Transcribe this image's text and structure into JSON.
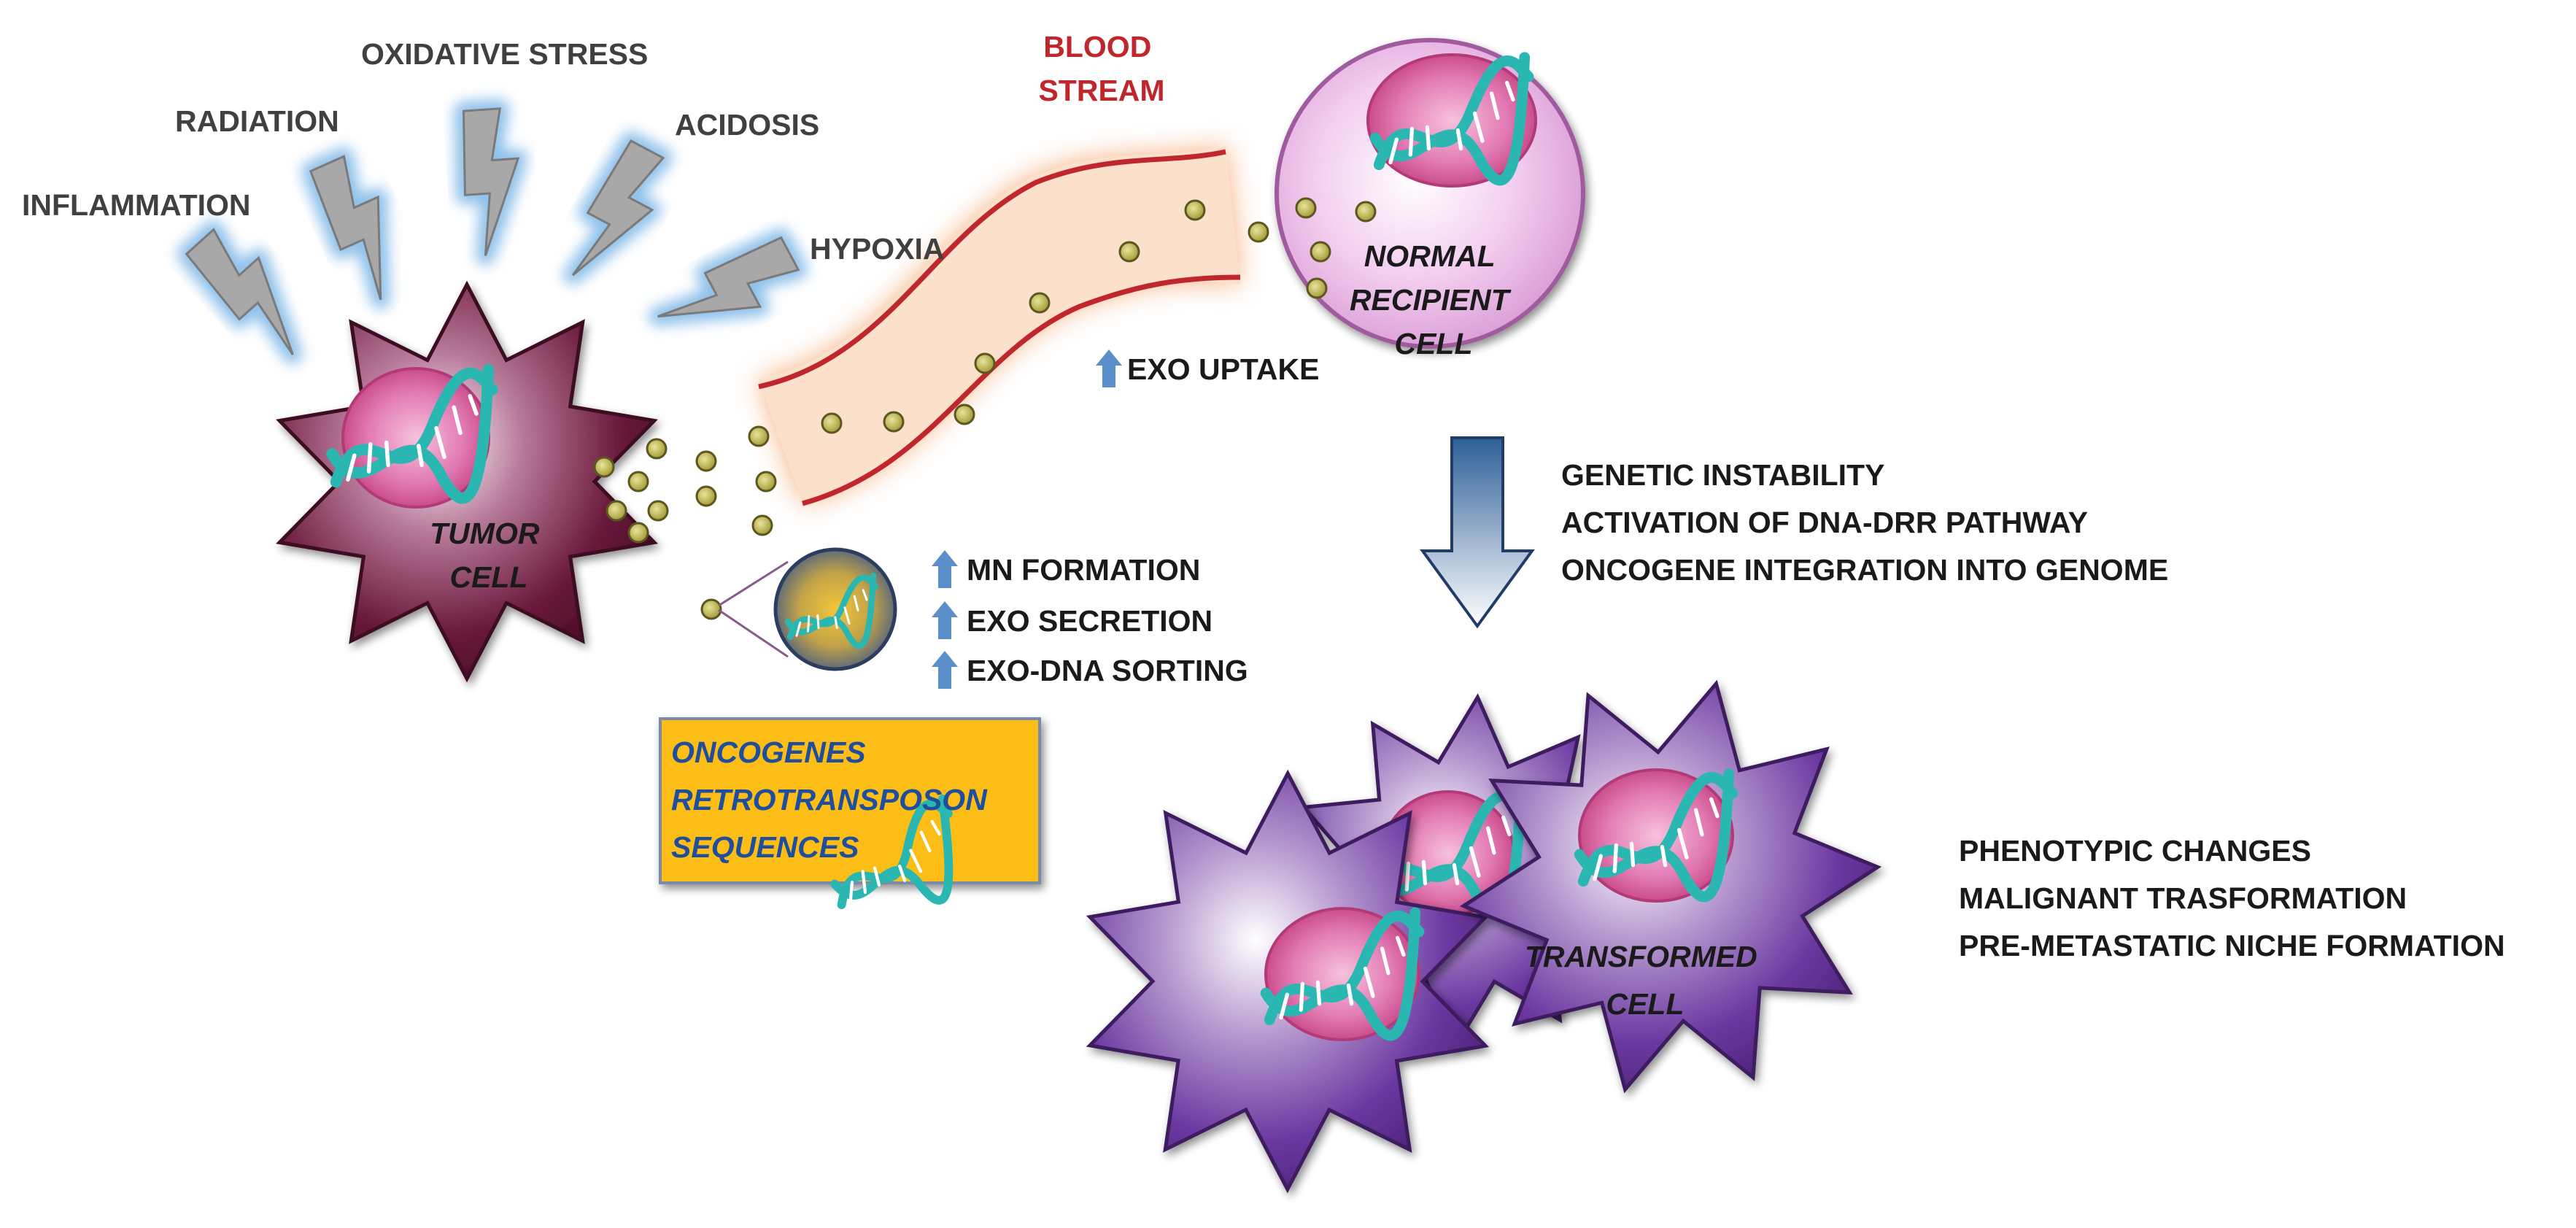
{
  "stressors": {
    "inflammation": "INFLAMMATION",
    "radiation": "RADIATION",
    "oxidative_stress": "OXIDATIVE STRESS",
    "acidosis": "ACIDOSIS",
    "hypoxia": "HYPOXIA"
  },
  "tumor_cell": {
    "line1": "TUMOR",
    "line2": "CELL"
  },
  "blood_stream": {
    "line1": "BLOOD",
    "line2": "STREAM"
  },
  "recipient_cell": {
    "line1": "NORMAL",
    "line2": "RECIPIENT",
    "line3": "CELL"
  },
  "exo_uptake": "EXO UPTAKE",
  "tumor_effects": [
    "MN FORMATION",
    "EXO SECRETION",
    "EXO-DNA SORTING"
  ],
  "cargo_box": [
    "ONCOGENES",
    "RETROTRANSPOSON",
    "SEQUENCES"
  ],
  "recipient_effects": [
    "GENETIC INSTABILITY",
    "ACTIVATION OF DNA-DRR PATHWAY",
    "ONCOGENE INTEGRATION INTO GENOME"
  ],
  "transformed_cell": {
    "line1": "TRANSFORMED",
    "line2": "CELL"
  },
  "outcomes": [
    "PHENOTYPIC CHANGES",
    "MALIGNANT TRASFORMATION",
    "PRE-METASTATIC NICHE FORMATION"
  ],
  "colors": {
    "tumor_cell": "#5a0f2e",
    "transformed_cell": "#5b2a86",
    "recipient_cell": "#e3a9dc",
    "nucleus": "#d44e9c",
    "dna": "#2ab7b1",
    "blood_vessel": "#c0272d",
    "exosome": "#c9c05a",
    "cargo_box": "#fbbd13",
    "up_arrow": "#5b8fc9",
    "down_arrow": "#3c6ea8"
  }
}
